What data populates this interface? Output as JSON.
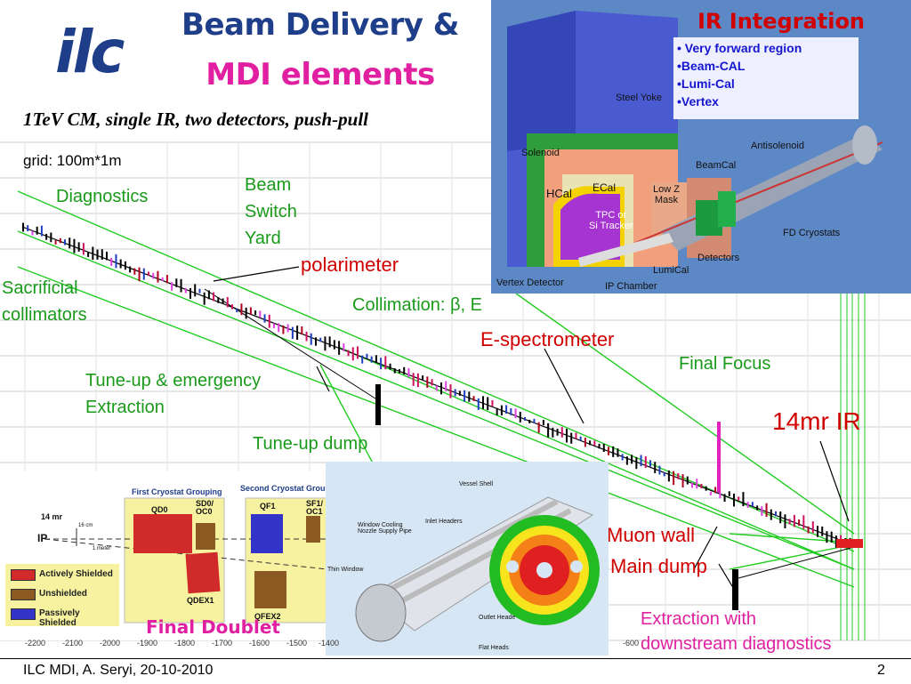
{
  "title_line1": "Beam Delivery &",
  "title_line2": "MDI elements",
  "subtitle": "1TeV CM, single IR, two detectors, push-pull",
  "logo_text": "ilc",
  "grid_note": "grid: 100m*1m",
  "labels": {
    "diagnostics": "Diagnostics",
    "beam_switch_yard": "Beam\nSwitch\nYard",
    "polarimeter": "polarimeter",
    "sacrificial": "Sacrificial\ncollimators",
    "collimation": "Collimation: β, E",
    "e_spectrometer": "E-spectrometer",
    "final_focus": "Final Focus",
    "tune_up": "Tune-up & emergency\nExtraction",
    "tune_up_dump": "Tune-up dump",
    "ir14": "14mr IR",
    "muon_wall": "Muon wall",
    "main_dump": "Main dump",
    "extraction": "Extraction with\ndownstream diagnostics",
    "final_doublet": "Final Doublet"
  },
  "ir_panel": {
    "title": "IR Integration",
    "bullets": [
      "• Very forward region",
      "•Beam-CAL",
      "•Lumi-Cal",
      "•Vertex"
    ],
    "parts": {
      "steel_yoke": "Steel Yoke",
      "solenoid": "Solenoid",
      "hcal": "HCal",
      "ecal": "ECal",
      "low_z_mask": "Low Z\nMask",
      "tpc": "TPC or\nSi Tracker",
      "beamcal": "BeamCal",
      "antisolenoid": "Antisolenoid",
      "fd_cryostats": "FD Cryostats",
      "detectors": "Detectors",
      "lumical": "LumiCal",
      "vertex_detector": "Vertex Detector",
      "ip_chamber": "IP Chamber"
    }
  },
  "cryostat": {
    "first_group": "First Cryostat Grouping",
    "second_group": "Second Cryostat Grouping",
    "angle": "14 mr",
    "ip": "IP",
    "scale_v": "16 cm",
    "scale_h": "1 meter",
    "magnets": [
      "QD0",
      "SD0/\nOC0",
      "QDEX1",
      "QF1",
      "SF1/\nOC1",
      "QFEX2"
    ],
    "legend": [
      "Actively Shielded",
      "Unshielded",
      "Passively Shielded"
    ]
  },
  "vessel": {
    "labels": [
      "Vessel Shell",
      "Inlet Headers",
      "Window Cooling\nNozzle Supply Pipe",
      "Thin Window",
      "Outlet Heade",
      "Flat Heads"
    ]
  },
  "axis_ticks": [
    "-2200",
    "-2100",
    "-2000",
    "-1900",
    "-1800",
    "-1700",
    "-1600",
    "-1500",
    "-1400",
    "-600"
  ],
  "footer": {
    "left": "ILC MDI, A. Seryi, 20-10-2010",
    "right": "2"
  },
  "colors": {
    "title_blue": "#1f3e8a",
    "title_magenta": "#e020a0",
    "green_label": "#1a9a1a",
    "red_label": "#d10000",
    "beamline_green": "#22cc22",
    "ir_panel_bg": "#5d88c6"
  }
}
